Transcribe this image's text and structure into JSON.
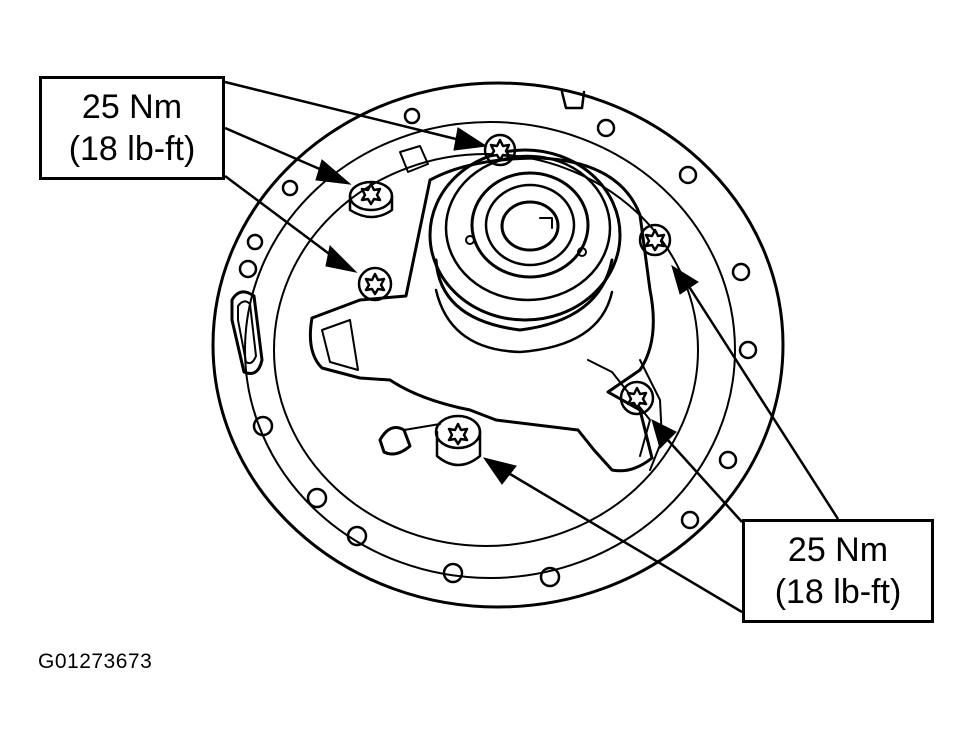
{
  "callouts": {
    "left": {
      "torque_metric": "25 Nm",
      "torque_imperial": "(18 lb-ft)"
    },
    "right": {
      "torque_metric": "25 Nm",
      "torque_imperial": "(18 lb-ft)"
    }
  },
  "figure_id": "G01273673",
  "colors": {
    "line": "#000000",
    "background": "#ffffff"
  },
  "icons": [
    "torx-bolt-icon",
    "arrow-icon"
  ]
}
